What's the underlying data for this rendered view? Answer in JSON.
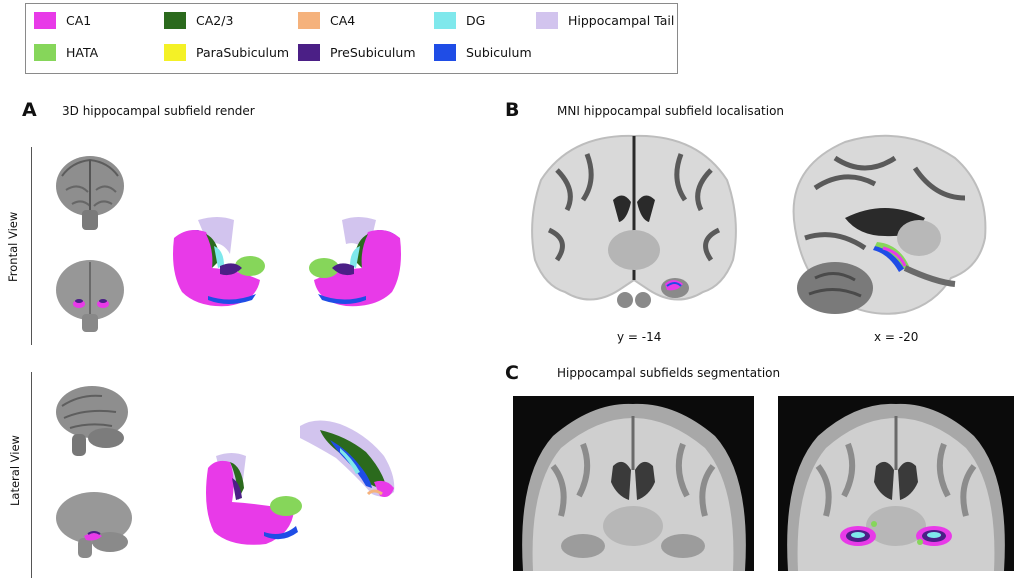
{
  "legend": [
    {
      "label": "CA1",
      "color": "#e83ae8"
    },
    {
      "label": "CA2/3",
      "color": "#2b6a1d"
    },
    {
      "label": "CA4",
      "color": "#f5b27c"
    },
    {
      "label": "DG",
      "color": "#7fe8ec"
    },
    {
      "label": "Hippocampal Tail",
      "color": "#d2c4ee"
    },
    {
      "label": "HATA",
      "color": "#86d65a"
    },
    {
      "label": "ParaSubiculum",
      "color": "#f4f126"
    },
    {
      "label": "PreSubiculum",
      "color": "#4b1f86"
    },
    {
      "label": "Subiculum",
      "color": "#1f4de6"
    }
  ],
  "panels": {
    "a": {
      "letter": "A",
      "title": "3D hippocampal subfield render",
      "frontal_label": "Frontal View",
      "lateral_label": "Lateral View"
    },
    "b": {
      "letter": "B",
      "title": "MNI hippocampal subfield localisation",
      "coronal_coord": "y = -14",
      "sagittal_coord": "x = -20"
    },
    "c": {
      "letter": "C",
      "title": "Hippocampal subfields segmentation"
    }
  }
}
